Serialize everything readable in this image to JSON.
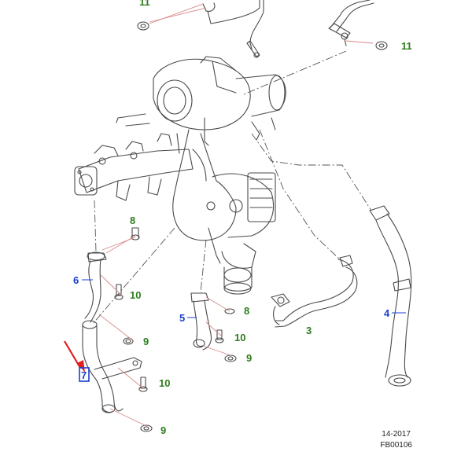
{
  "colors": {
    "line": "#4a4a4a",
    "leader_red": "#d98a8a",
    "callout_green": "#2e7d1e",
    "callout_blue": "#1a3fd0",
    "arrow_red": "#e02020",
    "highlight_blue": "#1a3fd0"
  },
  "callouts": {
    "c11_left": "11",
    "c11_right": "11",
    "c8_upper": "8",
    "c6": "6",
    "c10_upper": "10",
    "c9_mid": "9",
    "c7": "7",
    "c10_lower_left": "10",
    "c9_bottom": "9",
    "c5": "5",
    "c8_lower": "8",
    "c10_mid": "10",
    "c9_right": "9",
    "c3": "3",
    "c4": "4"
  },
  "footer": {
    "date": "14-2017",
    "code": "FB00106"
  }
}
